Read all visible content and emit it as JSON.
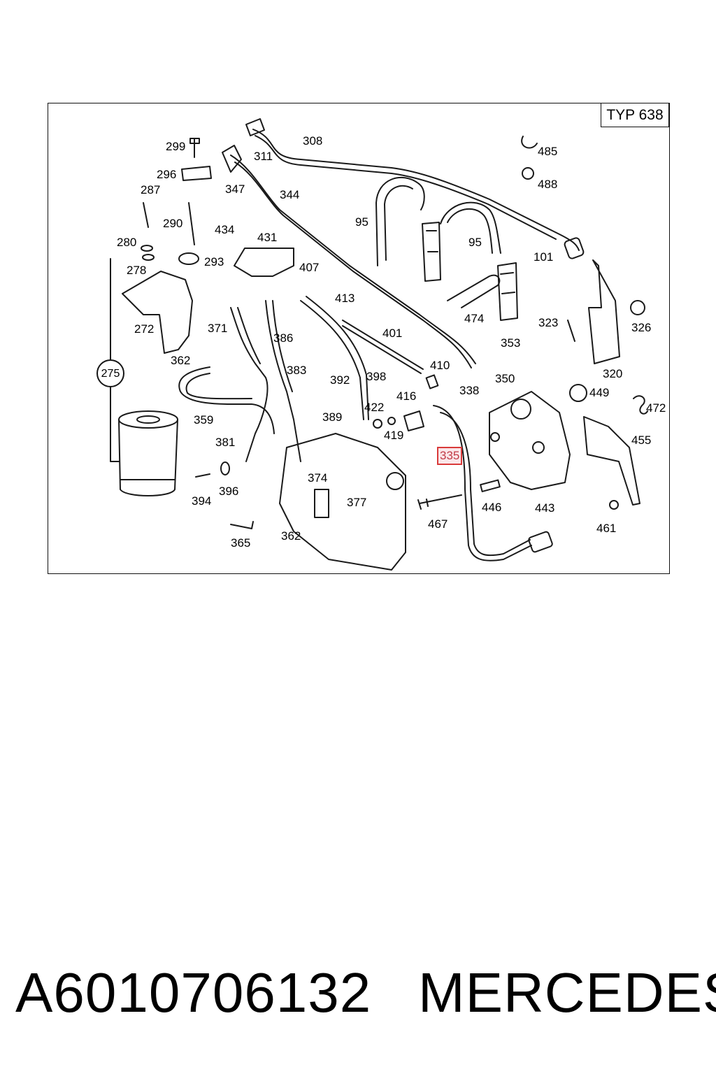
{
  "header": {
    "typ_label": "TYP 638"
  },
  "diagram": {
    "callouts": [
      "299",
      "311",
      "308",
      "485",
      "296",
      "347",
      "488",
      "287",
      "344",
      "290",
      "434",
      "431",
      "95",
      "95",
      "101",
      "280",
      "293",
      "407",
      "278",
      "413",
      "323",
      "326",
      "474",
      "272",
      "371",
      "401",
      "353",
      "362",
      "386",
      "410",
      "350",
      "320",
      "383",
      "392",
      "398",
      "338",
      "449",
      "275",
      "416",
      "472",
      "422",
      "359",
      "389",
      "419",
      "455",
      "381",
      "374",
      "335",
      "394",
      "396",
      "377",
      "467",
      "446",
      "443",
      "461",
      "365",
      "362"
    ],
    "highlighted_callout": "335"
  },
  "footer": {
    "part_number": "A6010706132",
    "brand": "MERCEDES"
  },
  "colors": {
    "line": "#1a1a1a",
    "highlight": "#d93a3a"
  }
}
